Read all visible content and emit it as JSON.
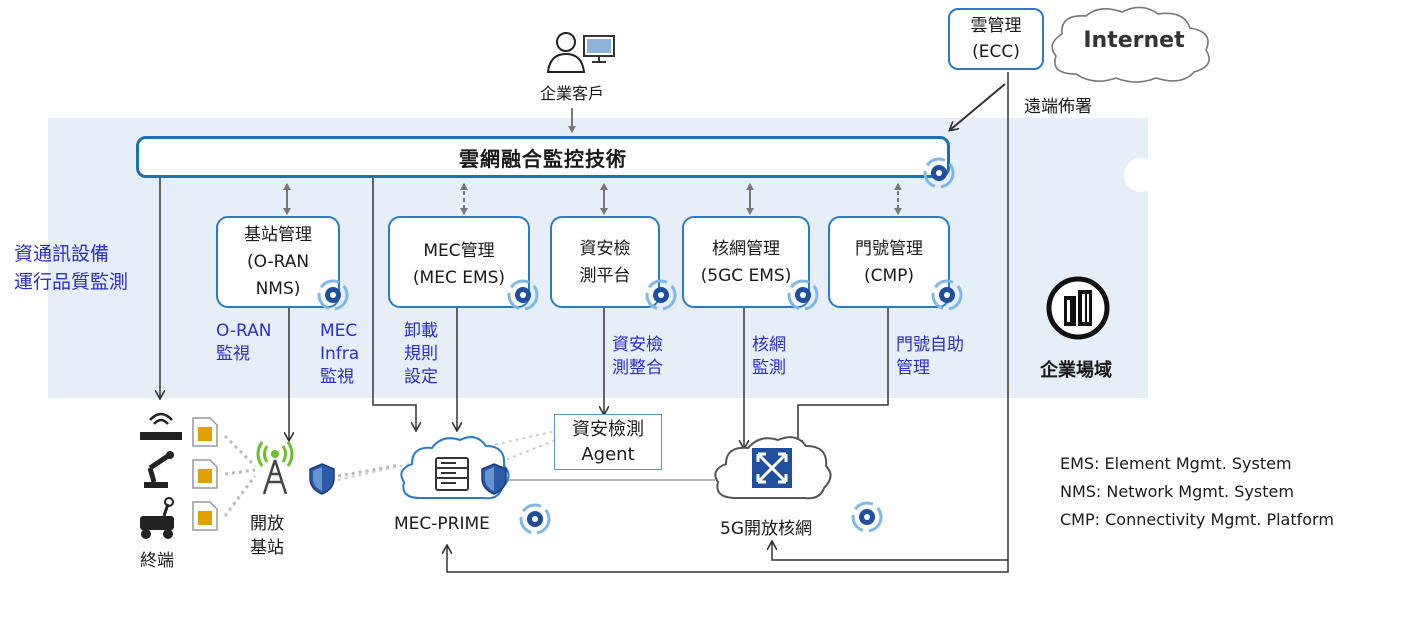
{
  "main_bar": "雲網融合監控技術",
  "enterprise_customer": "企業客戶",
  "cloud_mgmt": {
    "line1": "雲管理",
    "line2": "(ECC)"
  },
  "internet": "Internet",
  "remote_deploy": "遠端佈署",
  "modules": [
    {
      "lines": [
        "基站管理",
        "(O-RAN",
        "NMS)"
      ]
    },
    {
      "lines": [
        "MEC管理",
        "(MEC EMS)"
      ]
    },
    {
      "lines": [
        "資安檢",
        "測平台"
      ]
    },
    {
      "lines": [
        "核網管理",
        "(5GC EMS)"
      ]
    },
    {
      "lines": [
        "門號管理",
        "(CMP)"
      ]
    }
  ],
  "blue_labels": {
    "ict_quality": [
      "資通訊設備",
      "運行品質監測"
    ],
    "oran_monitor": [
      "O-RAN",
      "監視"
    ],
    "mec_infra": [
      "MEC",
      "Infra",
      "監視"
    ],
    "offload": [
      "卸載",
      "規則",
      "設定"
    ],
    "security_integration": [
      "資安檢",
      "測整合"
    ],
    "core_monitor": [
      "核網",
      "監測"
    ],
    "number_self": [
      "門號自助",
      "管理"
    ]
  },
  "enterprise_site": "企業場域",
  "terminals": "終端",
  "open_bs": [
    "開放",
    "基站"
  ],
  "mec_prime": "MEC-PRIME",
  "core_5g": "5G開放核網",
  "security_agent": [
    "資安檢測",
    "Agent"
  ],
  "legend": [
    "EMS: Element Mgmt. System",
    "NMS: Network Mgmt. System",
    "CMP: Connectivity Mgmt. Platform"
  ],
  "colors": {
    "accent": "#2a7cc7",
    "label_blue": "#2a2fd1",
    "band": "#e6eef7"
  },
  "icons": [
    "user-monitor-icon",
    "gear-sync-icon",
    "building-icon",
    "router-icon",
    "robot-arm-icon",
    "robot-vehicle-icon",
    "sim-card-icon",
    "antenna-tower-icon",
    "shield-icon",
    "server-icon",
    "core-network-icon",
    "cloud-icon"
  ]
}
